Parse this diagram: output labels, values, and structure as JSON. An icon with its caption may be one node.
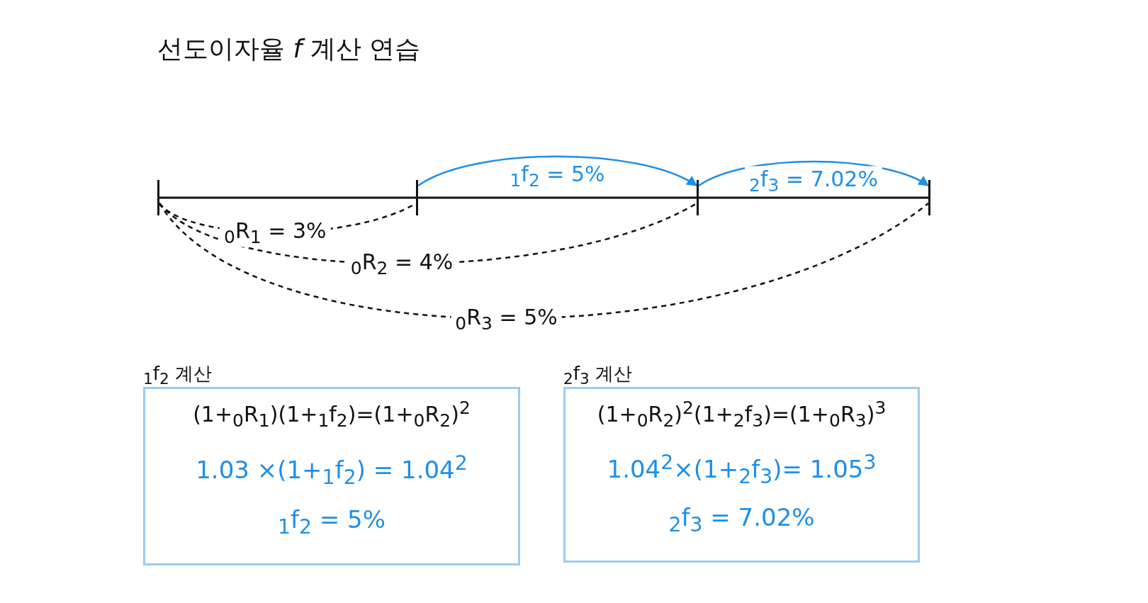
{
  "diagram": {
    "title": "선도이자율 *f* 계산 연습",
    "nodes": [
      {
        "text": [],
        "shape": "bar"
      },
      {
        "text": [],
        "shape": "bar"
      },
      {
        "text": [],
        "shape": "bar"
      },
      {
        "text": [],
        "shape": "bar"
      },
      {
        "text": [
          "$_{1}$f$_{2}$ 계산",
          "(1+$_{0}$R$_{1}$)(1+$_{1}$f$_{2}$)=(1+$_{0}$R$_{2}$)$^{2}$",
          "1.03 ×(1+$_{1}$f$_{2}$) = 1.04$^{2}$",
          "$_{1}$f$_{2}$ = 5%"
        ]
      },
      {
        "text": [
          "$_{2}$f$_{3}$ 계산",
          "(1+$_{0}$R$_{2}$)$^{2}$(1+$_{2}$f$_{3}$)=(1+$_{0}$R$_{3}$)$^{3}$",
          "1.04$^{2}$×(1+$_{2}$f$_{3}$)= 1.05$^{3}$",
          "$_{2}$f$_{3}$ = 7.02%"
        ]
      }
    ],
    "edges": [
      {
        "from": 0,
        "to": 1,
        "arrow": "none",
        "style": "dashed",
        "label": "$_{0}$R$_{1}$ = 3%"
      },
      {
        "from": 0,
        "to": 2,
        "arrow": "none",
        "style": "dashed",
        "label": "$_{0}$R$_{2}$ = 4%"
      },
      {
        "from": 0,
        "to": 3,
        "arrow": "none",
        "style": "dashed",
        "label": "$_{0}$R$_{3}$ = 5%"
      },
      {
        "from": 1,
        "to": 2,
        "arrow": "to",
        "color": "#1e8fe8",
        "label": "$_{1}$f$_{2}$ = 5%"
      },
      {
        "from": 2,
        "to": 3,
        "arrow": "to",
        "color": "#1e8fe8",
        "label": "$_{2}$f$_{3}$ = 7.02%"
      },
      {
        "from": 0,
        "to": 1,
        "arrow": "none"
      },
      {
        "from": 1,
        "to": 2,
        "arrow": "none"
      },
      {
        "from": 2,
        "to": 3,
        "arrow": "none"
      }
    ]
  }
}
